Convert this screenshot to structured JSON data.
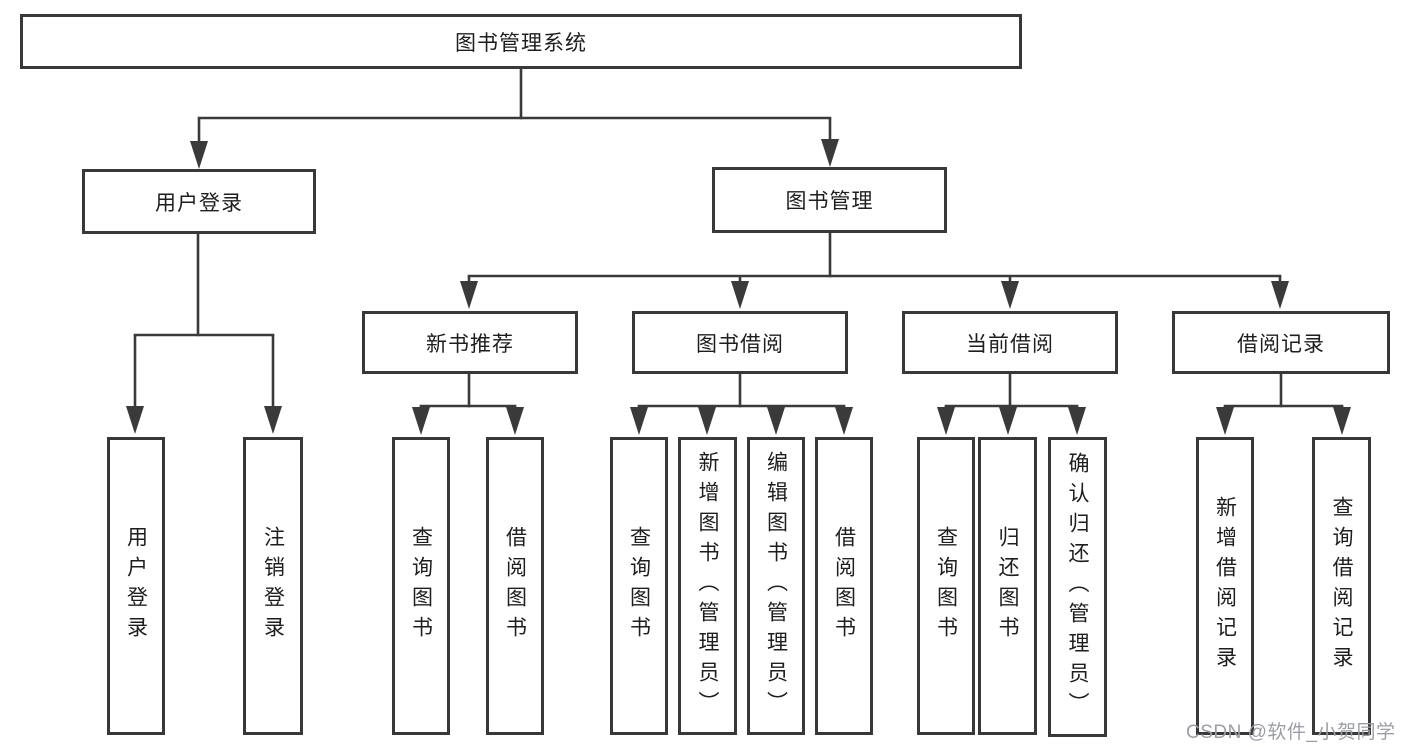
{
  "diagram": {
    "nodes": {
      "root": "图书管理系统",
      "user_login": "用户登录",
      "book_mgmt": "图书管理",
      "l3": [
        "新书推荐",
        "图书借阅",
        "当前借阅",
        "借阅记录"
      ],
      "leaves_login": [
        "用户登录",
        "注销登录"
      ],
      "leaves_newbook": [
        "查询图书",
        "借阅图书"
      ],
      "leaves_borrow": [
        "查询图书",
        "新增图书（管理员）",
        "编辑图书（管理员）",
        "借阅图书"
      ],
      "leaves_current": [
        "查询图书",
        "归还图书",
        "确认归还（管理员）"
      ],
      "leaves_record": [
        "新增借阅记录",
        "查询借阅记录"
      ]
    },
    "colors": {
      "line": "#3a3a3a",
      "box_border": "#383838",
      "text": "#1e1e1e",
      "watermark": "#9b9ea6",
      "background": "#ffffff"
    }
  },
  "watermark": {
    "text": "CSDN @软件_小贺同学"
  }
}
